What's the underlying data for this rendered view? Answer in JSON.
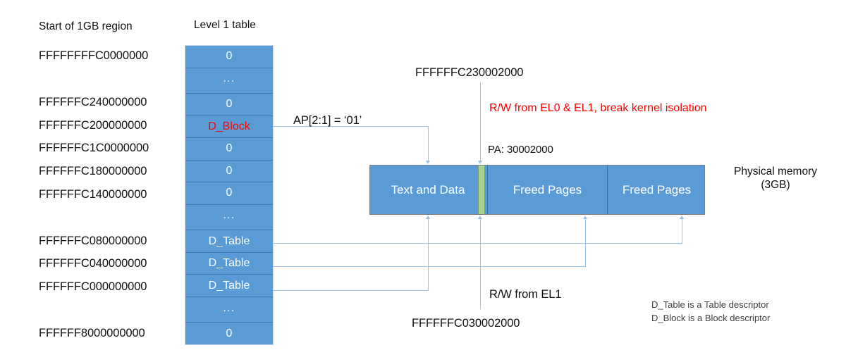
{
  "headers": {
    "left_column": "Start of 1GB region",
    "table_title": "Level 1 table"
  },
  "addresses": [
    {
      "label": "FFFFFFFFC0000000",
      "row": 0
    },
    {
      "label": "FFFFFFC240000000",
      "row": 2
    },
    {
      "label": "FFFFFFC200000000",
      "row": 3
    },
    {
      "label": "FFFFFFC1C0000000",
      "row": 4
    },
    {
      "label": "FFFFFFC180000000",
      "row": 5
    },
    {
      "label": "FFFFFFC140000000",
      "row": 6
    },
    {
      "label": "FFFFFFC080000000",
      "row": 8
    },
    {
      "label": "FFFFFFC040000000",
      "row": 9
    },
    {
      "label": "FFFFFFC000000000",
      "row": 10
    },
    {
      "label": "FFFFFF8000000000",
      "row": 12
    }
  ],
  "table_entries": [
    {
      "text": "0",
      "kind": "zero"
    },
    {
      "text": "...",
      "kind": "dots"
    },
    {
      "text": "0",
      "kind": "zero"
    },
    {
      "text": "D_Block",
      "kind": "block"
    },
    {
      "text": "0",
      "kind": "zero"
    },
    {
      "text": "0",
      "kind": "zero"
    },
    {
      "text": "0",
      "kind": "zero"
    },
    {
      "text": "...",
      "kind": "dots"
    },
    {
      "text": "D_Table",
      "kind": "table"
    },
    {
      "text": "D_Table",
      "kind": "table"
    },
    {
      "text": "D_Table",
      "kind": "table"
    },
    {
      "text": "...",
      "kind": "dots"
    },
    {
      "text": "0",
      "kind": "zero"
    }
  ],
  "annotations": {
    "ap_bits": "AP[2:1] = ‘01’",
    "va_top": "FFFFFFC230002000",
    "warning": "R/W from EL0 & EL1, break kernel isolation",
    "pa_label": "PA: 30002000",
    "rw_el1": "R/W from EL1",
    "va_bottom": "FFFFFFC030002000"
  },
  "memory": {
    "segments": [
      {
        "label": "Text and Data"
      },
      {
        "label": "Freed Pages"
      },
      {
        "label": "Freed Pages"
      }
    ],
    "title": "Physical memory",
    "size": "(3GB)"
  },
  "legend": [
    "D_Table is a Table descriptor",
    "D_Block is a Block descriptor"
  ],
  "colors": {
    "block_fill": "#5B9BD5",
    "highlight_page": "#A9D18E",
    "alert_text": "#FF0000",
    "connector": "#9DC3E6"
  }
}
